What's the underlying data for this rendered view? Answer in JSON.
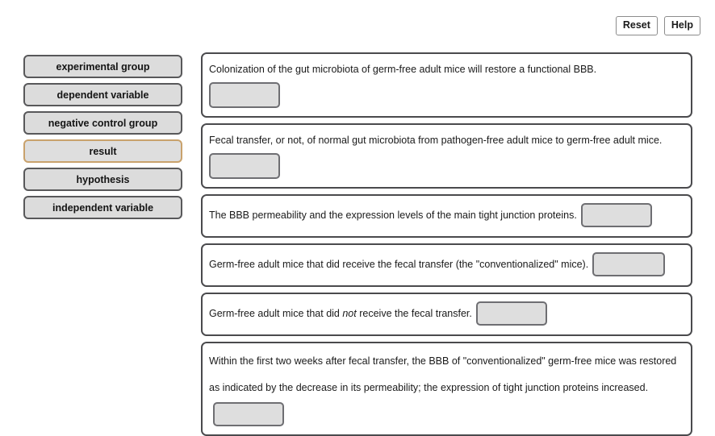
{
  "toolbar": {
    "reset_label": "Reset",
    "help_label": "Help"
  },
  "sidebar": {
    "items": [
      {
        "label": "experimental group",
        "selected": false
      },
      {
        "label": "dependent variable",
        "selected": false
      },
      {
        "label": "negative control group",
        "selected": false
      },
      {
        "label": "result",
        "selected": true
      },
      {
        "label": "hypothesis",
        "selected": false
      },
      {
        "label": "independent variable",
        "selected": false
      }
    ]
  },
  "cards": [
    {
      "text": "Colonization of the gut microbiota of germ-free adult mice will restore a functional BBB.",
      "slot_position": "below",
      "slot_value": ""
    },
    {
      "text": "Fecal transfer, or not, of normal gut microbiota from pathogen-free adult mice to germ-free adult mice.",
      "slot_position": "below",
      "slot_value": ""
    },
    {
      "text": "The BBB permeability and the expression levels of the main tight junction proteins.",
      "slot_position": "inline",
      "slot_value": ""
    },
    {
      "text": "Germ-free adult mice that did receive the fecal transfer (the \"conventionalized\" mice).",
      "slot_position": "inline",
      "slot_value": ""
    },
    {
      "text_before_italic": "Germ-free adult mice that did ",
      "italic_word": "not",
      "text_after_italic": " receive the fecal transfer.",
      "slot_position": "inline",
      "slot_value": ""
    },
    {
      "text": "Within the first two weeks after fecal transfer, the BBB of \"conventionalized\" germ-free mice was restored as indicated by the decrease in its permeability; the expression of tight junction proteins increased.",
      "slot_position": "inline",
      "slot_value": ""
    }
  ],
  "colors": {
    "selected_border": "#c9a26c",
    "tile_fill": "#dcdcdc",
    "tile_border": "#58585a",
    "card_border": "#4a4a4d",
    "slot_fill": "#dedede",
    "slot_border": "#6e6e72"
  }
}
